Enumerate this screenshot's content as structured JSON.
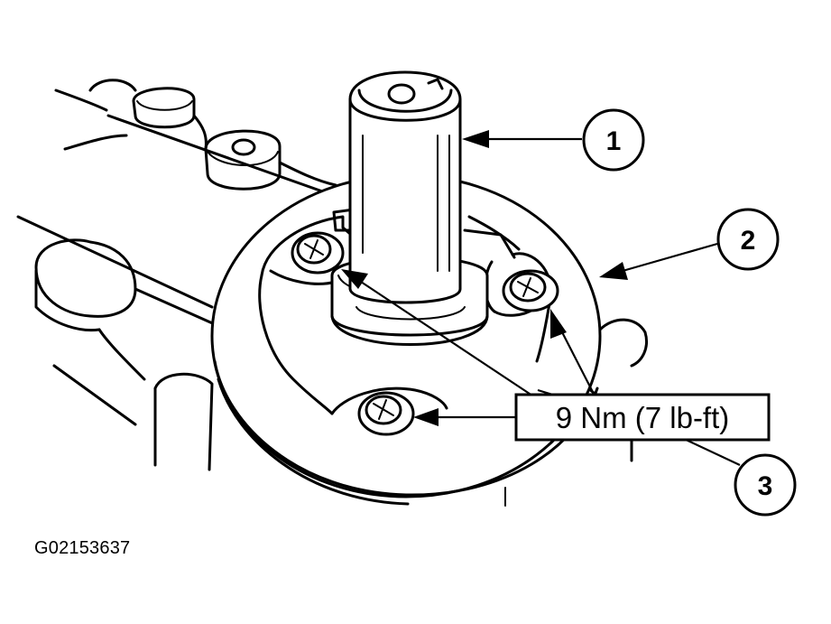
{
  "callouts": [
    {
      "label": "1"
    },
    {
      "label": "2"
    },
    {
      "label": "3"
    }
  ],
  "torque_label": "9 Nm (7 lb-ft)",
  "figure_id": "G02153637"
}
